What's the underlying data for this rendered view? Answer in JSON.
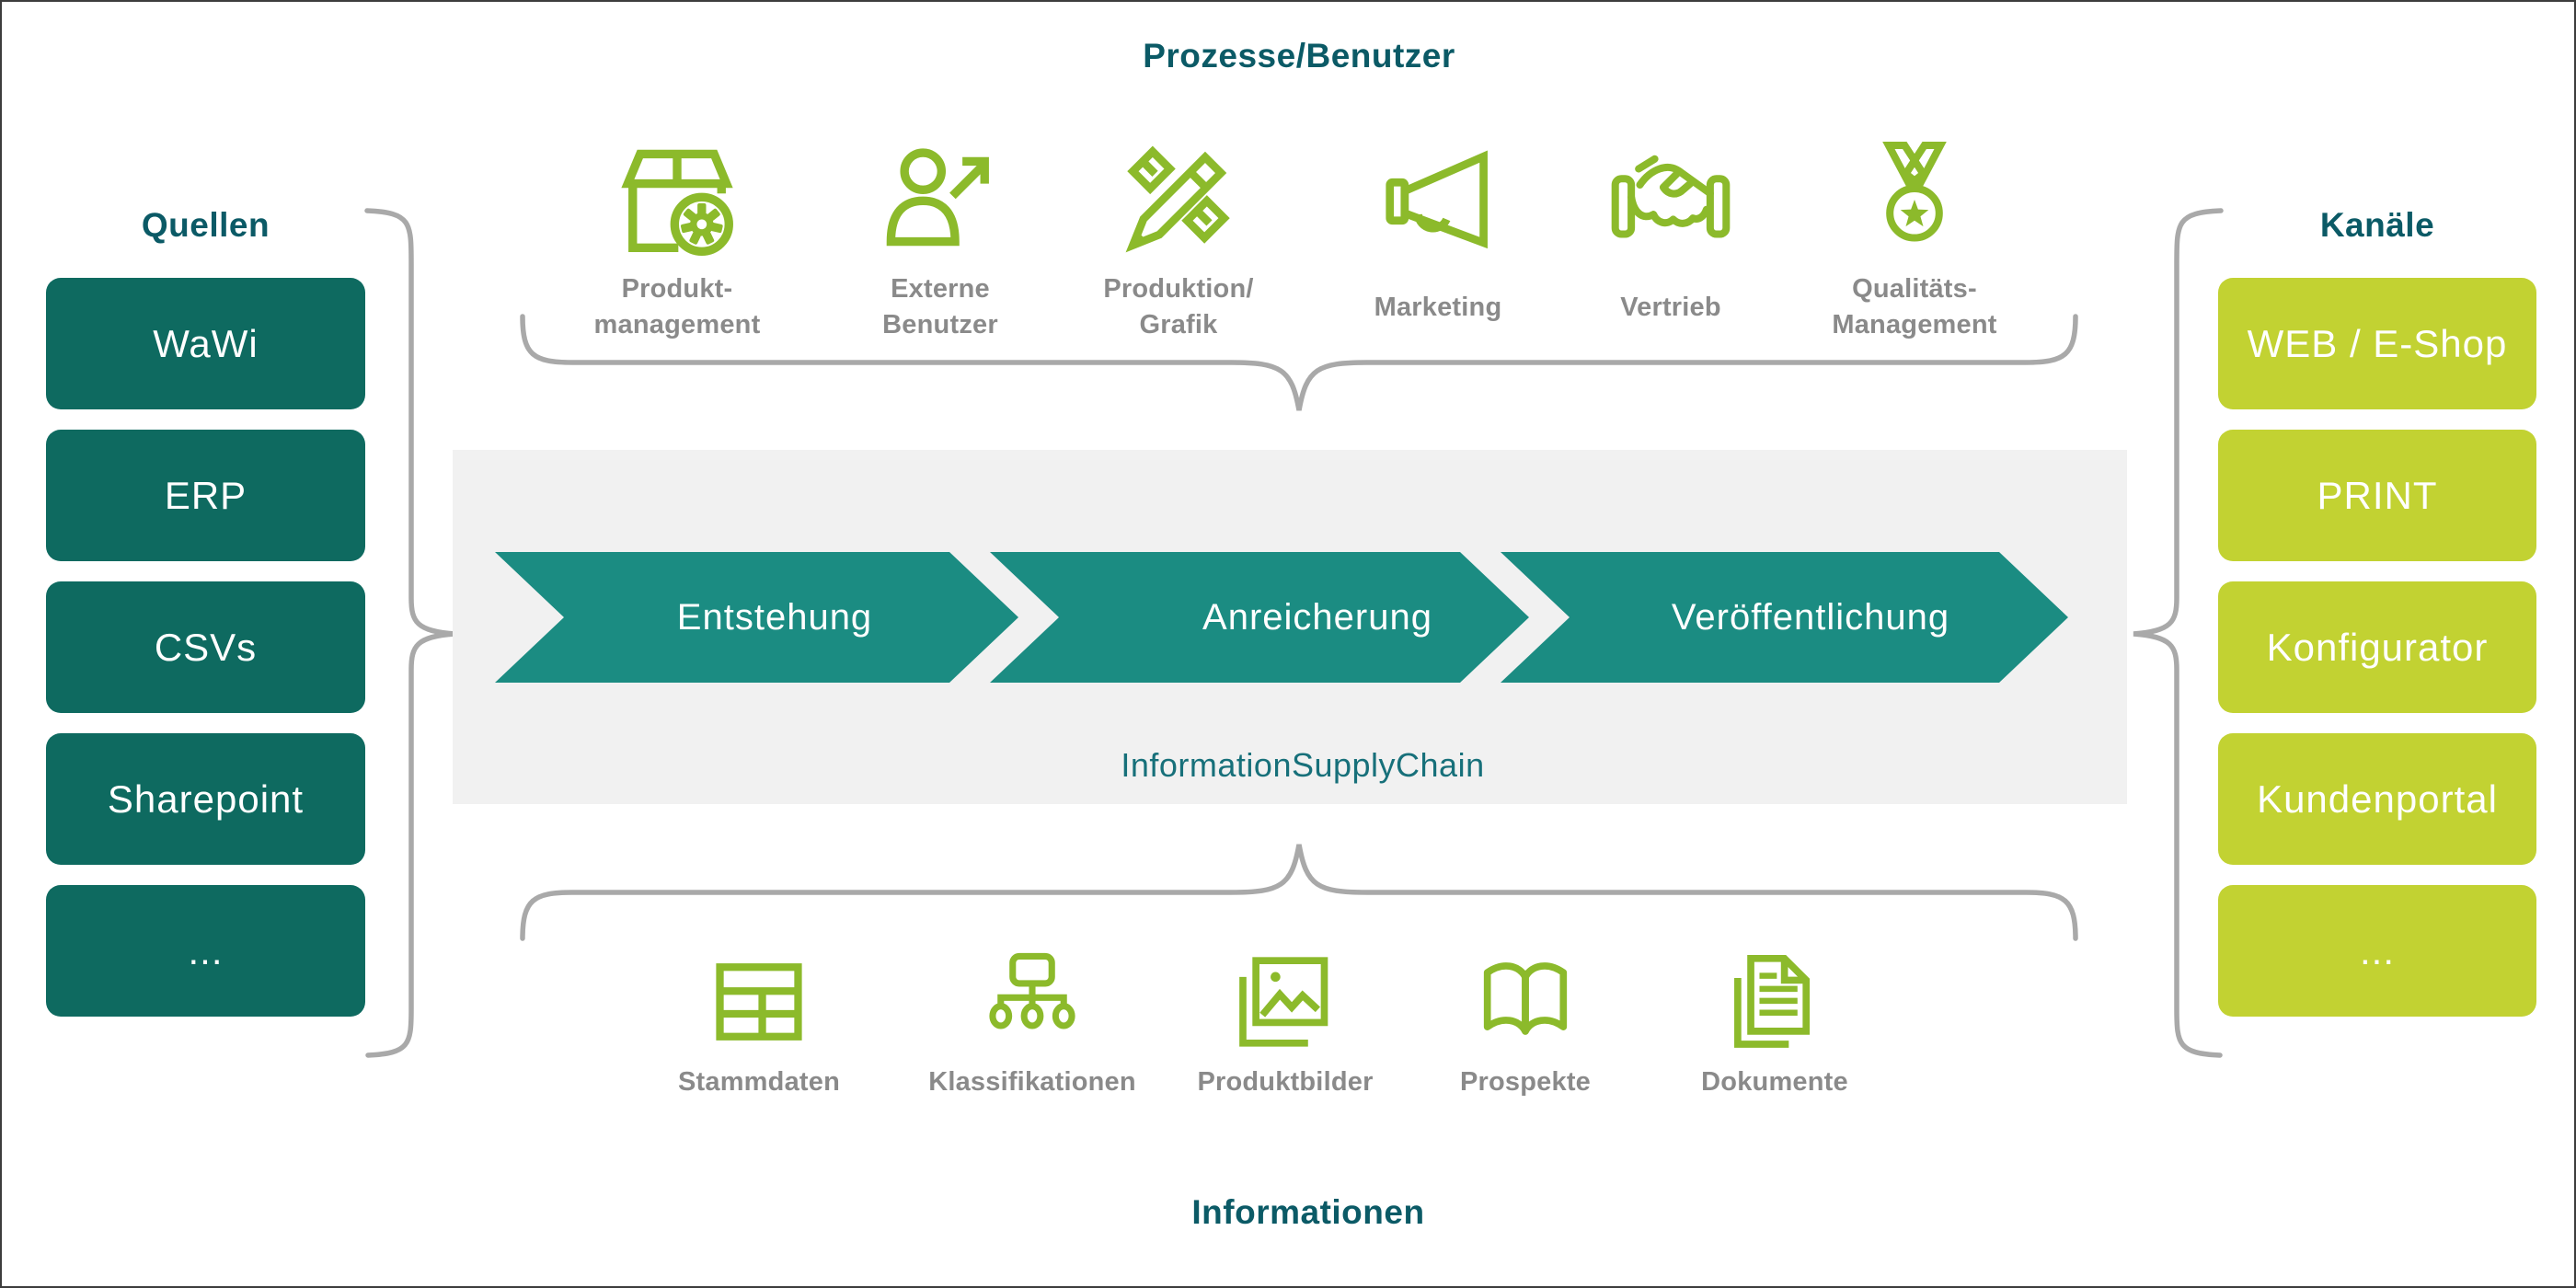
{
  "top_section": {
    "title": "Prozesse/Benutzer",
    "items": [
      {
        "icon": "package-gear-icon",
        "line1": "Produkt-",
        "line2": "management"
      },
      {
        "icon": "person-arrow-icon",
        "line1": "Externe",
        "line2": "Benutzer"
      },
      {
        "icon": "pencil-ruler-icon",
        "line1": "Produktion/",
        "line2": "Grafik"
      },
      {
        "icon": "megaphone-icon",
        "line1": "Marketing",
        "line2": ""
      },
      {
        "icon": "handshake-icon",
        "line1": "Vertrieb",
        "line2": ""
      },
      {
        "icon": "medal-star-icon",
        "line1": "Qualitäts-",
        "line2": "Management"
      }
    ]
  },
  "sources": {
    "title": "Quellen",
    "items": [
      "WaWi",
      "ERP",
      "CSVs",
      "Sharepoint",
      "..."
    ]
  },
  "channels": {
    "title": "Kanäle",
    "items": [
      "WEB / E-Shop",
      "PRINT",
      "Konfigurator",
      "Kundenportal",
      "..."
    ]
  },
  "process": {
    "steps": [
      "Entstehung",
      "Anreicherung",
      "Veröffentlichung"
    ],
    "caption": "InformationSupplyChain"
  },
  "bottom_section": {
    "title": "Informationen",
    "items": [
      {
        "icon": "table-icon",
        "label": "Stammdaten"
      },
      {
        "icon": "hierarchy-icon",
        "label": "Klassifikationen"
      },
      {
        "icon": "images-icon",
        "label": "Produktbilder"
      },
      {
        "icon": "open-book-icon",
        "label": "Prospekte"
      },
      {
        "icon": "documents-icon",
        "label": "Dokumente"
      }
    ]
  },
  "colors": {
    "heading_teal": "#0b5a66",
    "source_box_teal": "#0e6a60",
    "chevron_teal": "#1b8c82",
    "channel_lime": "#c2d232",
    "icon_green": "#8cba2b",
    "label_gray": "#8a8a8a",
    "brace_gray": "#a9a9a9",
    "band_gray": "#f1f1f1",
    "caption_teal": "#17707a"
  }
}
